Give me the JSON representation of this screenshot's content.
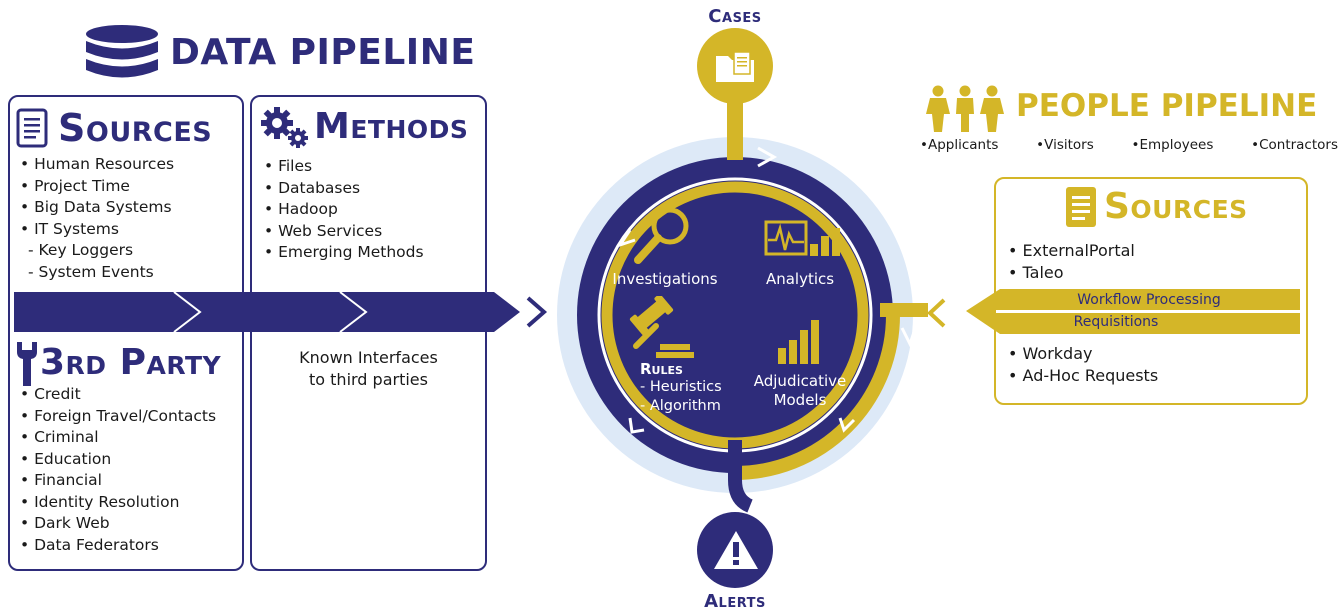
{
  "data_pipeline": {
    "title": "DATA PIPELINE",
    "sources": {
      "title": "Sources",
      "items": [
        "• Human Resources",
        "• Project Time",
        "• Big Data Systems",
        "• IT Systems",
        "- Key Loggers",
        "- System Events"
      ]
    },
    "third_party": {
      "title": "3rd Party",
      "items": [
        "• Credit",
        "• Foreign Travel/Contacts",
        "• Criminal",
        "• Education",
        "• Financial",
        "• Identity Resolution",
        "• Dark Web",
        "• Data Federators"
      ]
    },
    "methods": {
      "title": "Methods",
      "items": [
        "• Files",
        "• Databases",
        "• Hadoop",
        "• Web Services",
        "• Emerging Methods"
      ],
      "interfaces_line1": "Known Interfaces",
      "interfaces_line2": "to third parties"
    }
  },
  "center": {
    "cases": "Cases",
    "alerts": "Alerts",
    "investigations": "Investigations",
    "analytics": "Analytics",
    "rules": "Rules",
    "heuristics": "- Heuristics",
    "algorithm": "- Algorithm",
    "adjudicative_line1": "Adjudicative",
    "adjudicative_line2": "Models"
  },
  "people_pipeline": {
    "title": "PEOPLE PIPELINE",
    "groups": [
      "•Applicants",
      "•Visitors",
      "•Employees",
      "•Contractors"
    ],
    "sources": {
      "title": "Sources",
      "items_top": [
        "• ExternalPortal",
        "• Taleo"
      ],
      "bar1": "Workflow Processing",
      "bar2": "Requisitions",
      "items_bottom": [
        "• Workday",
        "• Ad-Hoc Requests"
      ]
    }
  },
  "colors": {
    "navy": "#2e2c7a",
    "gold": "#d4b628",
    "halo": "#dde9f7"
  },
  "icons": [
    "database-icon",
    "document-icon",
    "gears-icon",
    "wrench-icon",
    "folder-icon",
    "magnifier-icon",
    "analytics-icon",
    "gavel-icon",
    "bar-chart-icon",
    "warning-icon",
    "people-icon"
  ]
}
